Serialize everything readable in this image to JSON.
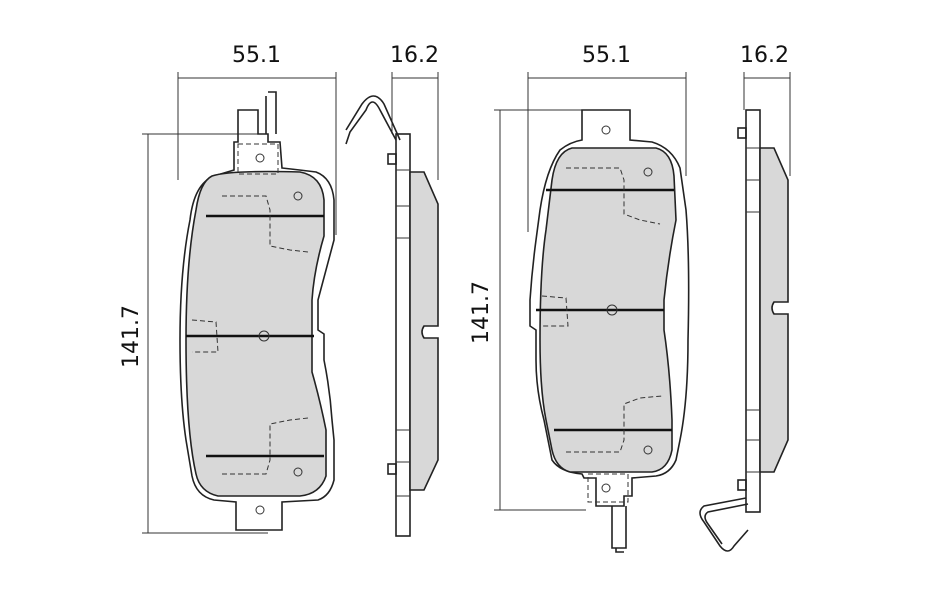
{
  "dimensions": {
    "left_width": "55.1",
    "left_thickness": "16.2",
    "left_height": "141.7",
    "right_width": "55.1",
    "right_thickness": "16.2",
    "right_height": "141.7"
  }
}
